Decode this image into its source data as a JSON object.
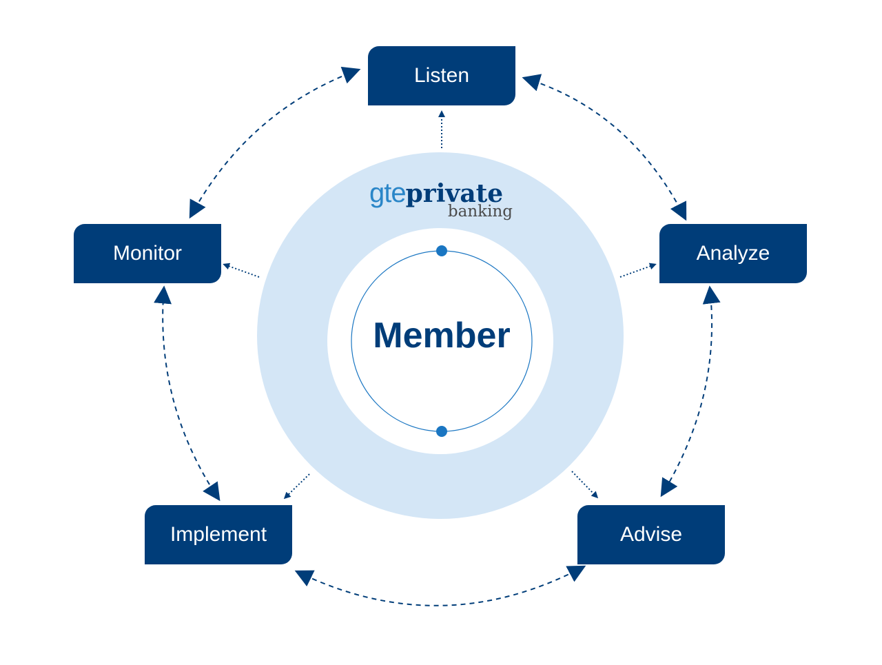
{
  "center": {
    "label": "Member"
  },
  "logo": {
    "part1": "gte",
    "part2": "private",
    "part3": "banking"
  },
  "steps": {
    "listen": "Listen",
    "analyze": "Analyze",
    "advise": "Advise",
    "implement": "Implement",
    "monitor": "Monitor"
  },
  "colors": {
    "navy": "#003d79",
    "light_ring": "#d4e6f6",
    "accent_blue": "#1a76c2",
    "logo_gte": "#2a86c8",
    "logo_banking": "#4b4b4b"
  }
}
